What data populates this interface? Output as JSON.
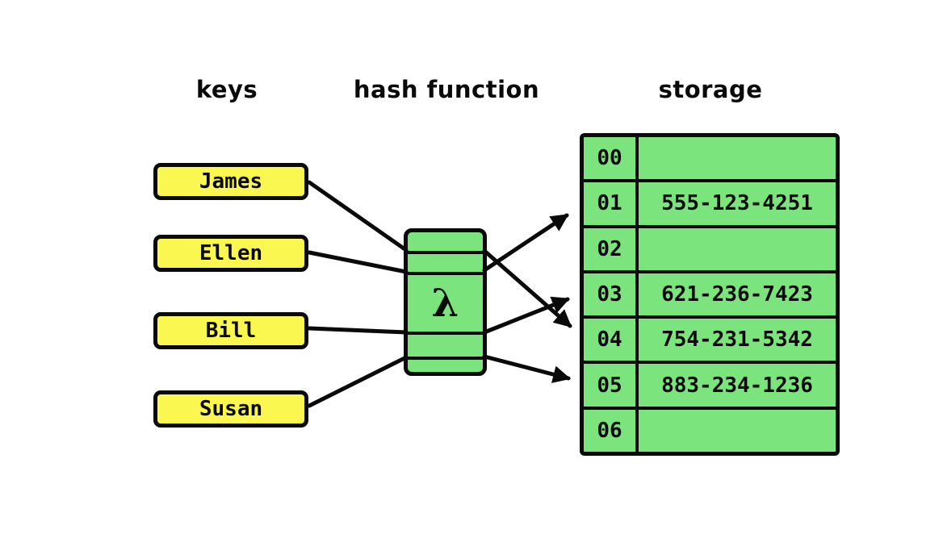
{
  "headers": {
    "keys": "keys",
    "hash_function": "hash function",
    "storage": "storage"
  },
  "keys": {
    "items": [
      {
        "label": "James"
      },
      {
        "label": "Ellen"
      },
      {
        "label": "Bill"
      },
      {
        "label": "Susan"
      }
    ]
  },
  "hash_function": {
    "symbol": "λ"
  },
  "storage": {
    "rows": [
      {
        "index": "00",
        "value": ""
      },
      {
        "index": "01",
        "value": "555-123-4251"
      },
      {
        "index": "02",
        "value": ""
      },
      {
        "index": "03",
        "value": "621-236-7423"
      },
      {
        "index": "04",
        "value": "754-231-5342"
      },
      {
        "index": "05",
        "value": "883-234-1236"
      },
      {
        "index": "06",
        "value": ""
      }
    ]
  },
  "connections": [
    {
      "key": "James",
      "hash_slot": 1,
      "storage_index": "04"
    },
    {
      "key": "Ellen",
      "hash_slot": 2,
      "storage_index": "01"
    },
    {
      "key": "Bill",
      "hash_slot": 3,
      "storage_index": "03"
    },
    {
      "key": "Susan",
      "hash_slot": 4,
      "storage_index": "05"
    }
  ],
  "colors": {
    "key_fill": "#F9F750",
    "cell_fill": "#7CE47D",
    "stroke": "#0A0A0A",
    "background": "#FFFFFF"
  }
}
